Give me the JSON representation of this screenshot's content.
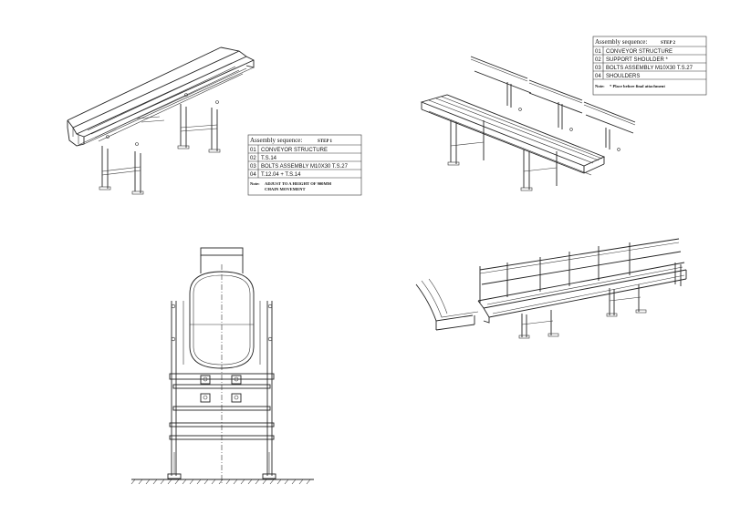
{
  "table1": {
    "title": "Assembly sequence:",
    "step": "STEP 1",
    "rows": [
      {
        "num": "01",
        "text": "CONVEYOR STRUCTURE"
      },
      {
        "num": "02",
        "text": "T.S.14"
      },
      {
        "num": "03",
        "text": "BOLTS ASSEMBLY M10X30 T.S.27"
      },
      {
        "num": "04",
        "text": "T.12.04 + T.S.14"
      }
    ],
    "note_label": "Note:",
    "note_line1": "ADJUST TO A HEIGHT OF 900MM",
    "note_line2": "CHAIN MOVEMENT"
  },
  "table2": {
    "title": "Assembly sequence:",
    "step": "STEP 2",
    "rows": [
      {
        "num": "01",
        "text": "CONVEYOR STRUCTURE"
      },
      {
        "num": "02",
        "text": "SUPPORT SHOULDER *"
      },
      {
        "num": "03",
        "text": "BOLTS ASSEMBLY M10X30 T.S.27"
      },
      {
        "num": "04",
        "text": "SHOULDERS"
      }
    ],
    "note_label": "Note:",
    "note_line1": "* Place before final attachment"
  }
}
